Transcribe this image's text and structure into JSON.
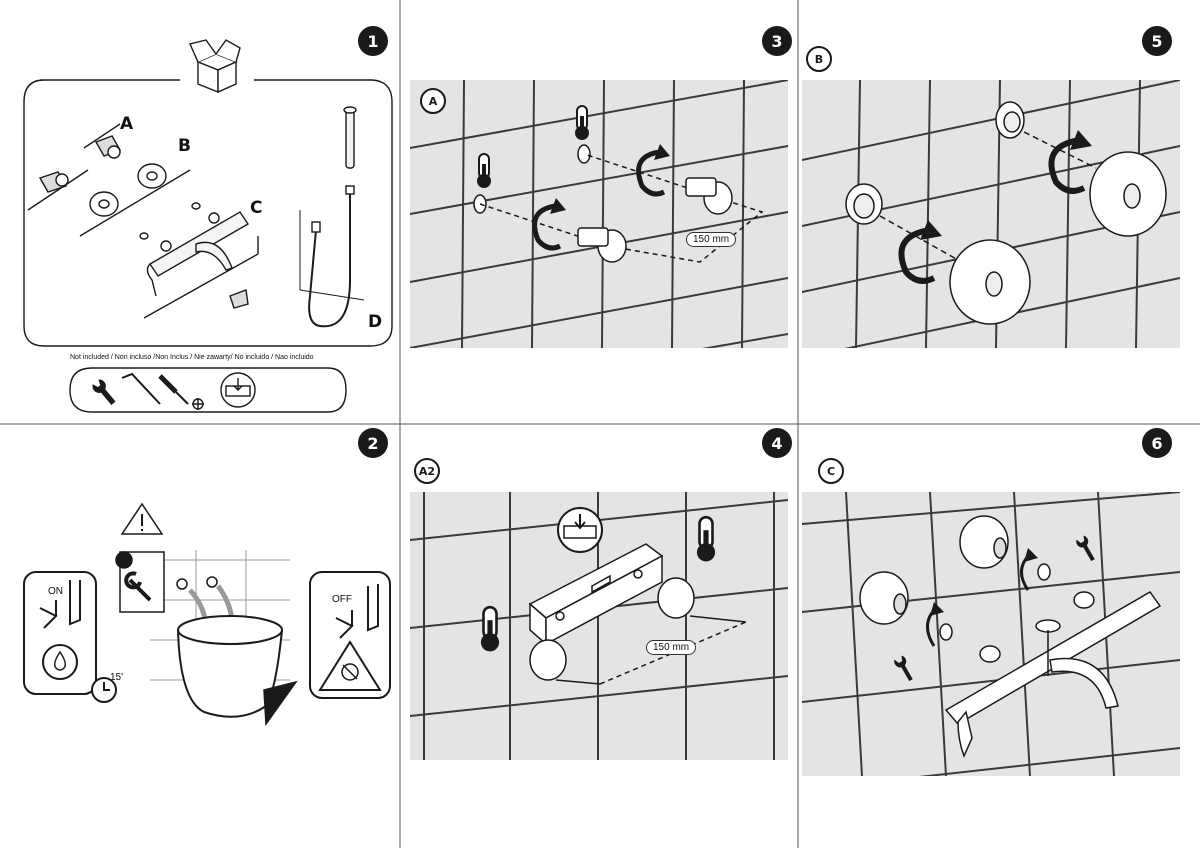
{
  "steps": {
    "s1": "1",
    "s2": "2",
    "s3": "3",
    "s4": "4",
    "s5": "5",
    "s6": "6"
  },
  "substeps": {
    "a": "A",
    "a2": "A2",
    "b": "B",
    "c": "C"
  },
  "kit_labels": {
    "a": "A",
    "b": "B",
    "c": "C",
    "d": "D"
  },
  "not_included": "Not included / Non incluso /Non Inclus / Nie zawarty/ No incluido / Nao incluido",
  "flush": {
    "on": "ON",
    "off": "OFF",
    "time": "15'"
  },
  "dimension": {
    "step3": "150 mm",
    "step4": "150 mm"
  },
  "icons": [
    "box-icon",
    "wrench-icon",
    "allen-key-icon",
    "screwdriver-icon",
    "level-icon",
    "warning-icon",
    "thermometer-icon",
    "rotate-arrow-icon",
    "clock-icon",
    "water-drop-icon",
    "no-drink-icon"
  ],
  "colors": {
    "ink": "#1a1a1a",
    "tile": "#e4e4e4",
    "grout": "#3a3a3a"
  }
}
